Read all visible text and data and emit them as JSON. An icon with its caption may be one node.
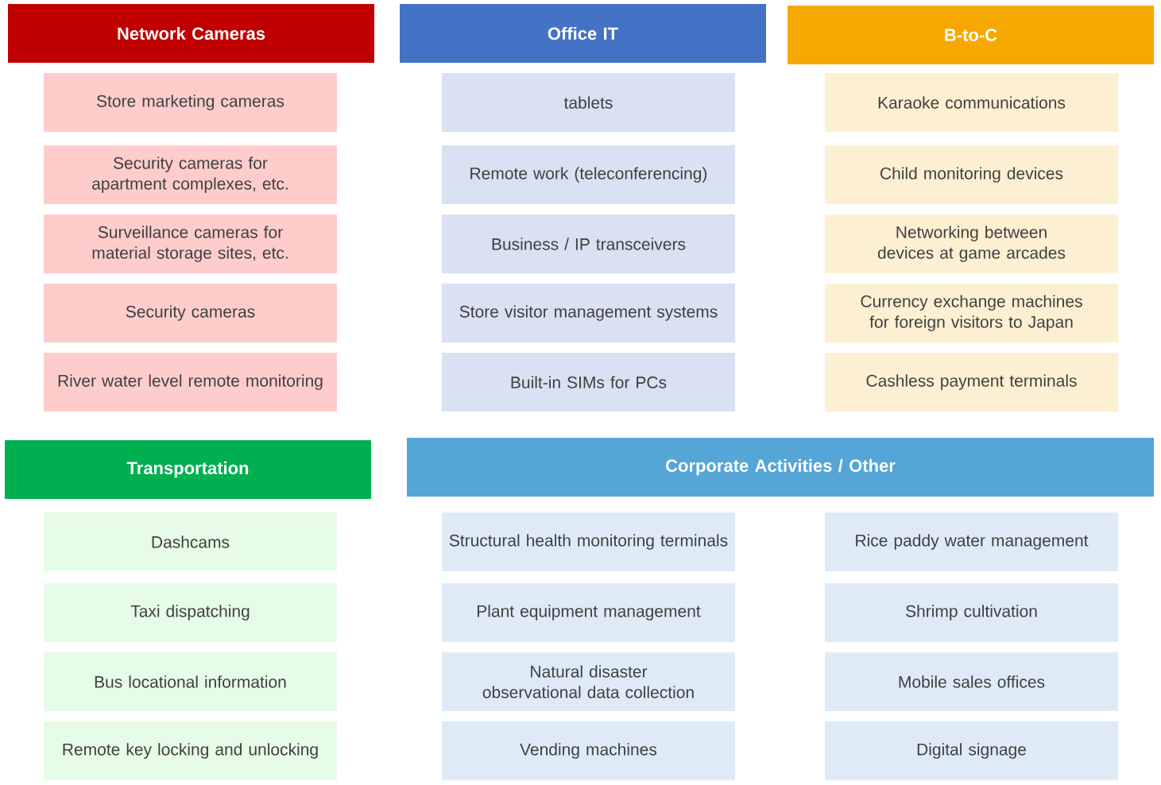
{
  "diagram": {
    "nodes": [
      {
        "text": [
          "Network Cameras"
        ]
      },
      {
        "text": [
          "Store marketing cameras"
        ]
      },
      {
        "text": [
          "Security cameras for apartment complexes, etc."
        ]
      },
      {
        "text": [
          "Surveillance cameras for material storage sites, etc."
        ]
      },
      {
        "text": [
          "Security cameras"
        ]
      },
      {
        "text": [
          "River water level remote monitoring"
        ]
      },
      {
        "text": [
          "Office IT"
        ]
      },
      {
        "text": [
          "tablets"
        ]
      },
      {
        "text": [
          "Remote work (teleconferencing)"
        ]
      },
      {
        "text": [
          "Business / IP transceivers"
        ]
      },
      {
        "text": [
          "Store visitor management systems"
        ]
      },
      {
        "text": [
          "Built-in SIMs for PCs"
        ]
      },
      {
        "text": [
          "B-to-C"
        ]
      },
      {
        "text": [
          "Karaoke communications"
        ]
      },
      {
        "text": [
          "Child monitoring devices"
        ]
      },
      {
        "text": [
          "Networking between devices at game arcades"
        ]
      },
      {
        "text": [
          "Currency exchange machines for foreign visitors to Japan"
        ]
      },
      {
        "text": [
          "Cashless payment terminals"
        ]
      },
      {
        "text": [
          "Transportation"
        ]
      },
      {
        "text": [
          "Dashcams"
        ]
      },
      {
        "text": [
          "Taxi dispatching"
        ]
      },
      {
        "text": [
          "Bus locational information"
        ]
      },
      {
        "text": [
          "Remote key locking and unlocking"
        ]
      },
      {
        "text": [
          "Corporate Activities / Other"
        ]
      },
      {
        "text": [
          "Structural health monitoring terminals"
        ]
      },
      {
        "text": [
          "Plant equipment management"
        ]
      },
      {
        "text": [
          "Natural disaster observational data collection"
        ]
      },
      {
        "text": [
          "Vending machines"
        ]
      },
      {
        "text": [
          "Rice paddy water management"
        ]
      },
      {
        "text": [
          "Shrimp cultivation"
        ]
      },
      {
        "text": [
          "Mobile sales offices"
        ]
      },
      {
        "text": [
          "Digital signage"
        ]
      }
    ]
  }
}
